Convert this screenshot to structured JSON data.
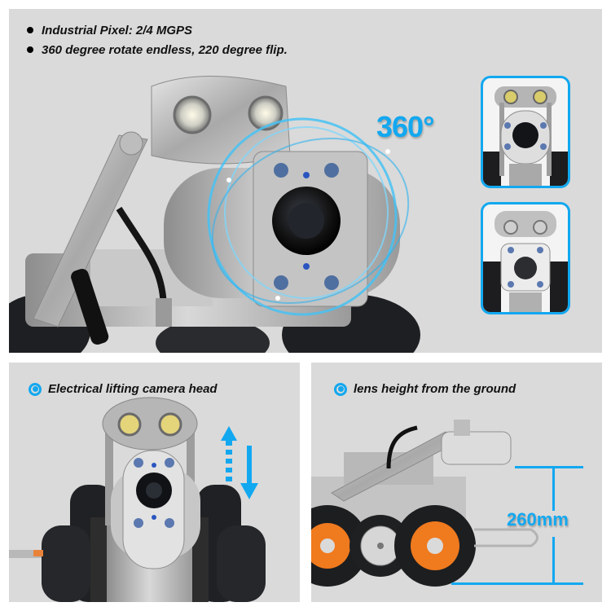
{
  "colors": {
    "accent": "#12a8f0",
    "panel_bg": "#dadada",
    "page_bg": "#ffffff",
    "text": "#111111",
    "wheel_orange": "#f07a1e"
  },
  "top_panel": {
    "bullets": [
      {
        "text": "Industrial Pixel: 2/4 MGPS"
      },
      {
        "text": "360 degree rotate endless, 220 degree flip."
      }
    ],
    "rotation_label": "360°",
    "main_image": {
      "subject": "pipe-inspection-robot-camera-head-closeup",
      "overlay": "blue-rotation-rings"
    },
    "thumbnails": [
      {
        "subject": "camera-head-front-view-upright"
      },
      {
        "subject": "camera-head-front-view-flipped"
      }
    ]
  },
  "bottom_left_panel": {
    "heading": "Electrical lifting camera head",
    "heading_icon": "target-ring-icon",
    "image": {
      "subject": "crawler-robot-front-view-raised-head"
    },
    "arrow_icon": "up-down-arrows-icon"
  },
  "bottom_right_panel": {
    "heading": "lens height from the ground",
    "heading_icon": "target-ring-icon",
    "image": {
      "subject": "crawler-robot-side-view-orange-wheels"
    },
    "dimension_label": "260mm"
  }
}
